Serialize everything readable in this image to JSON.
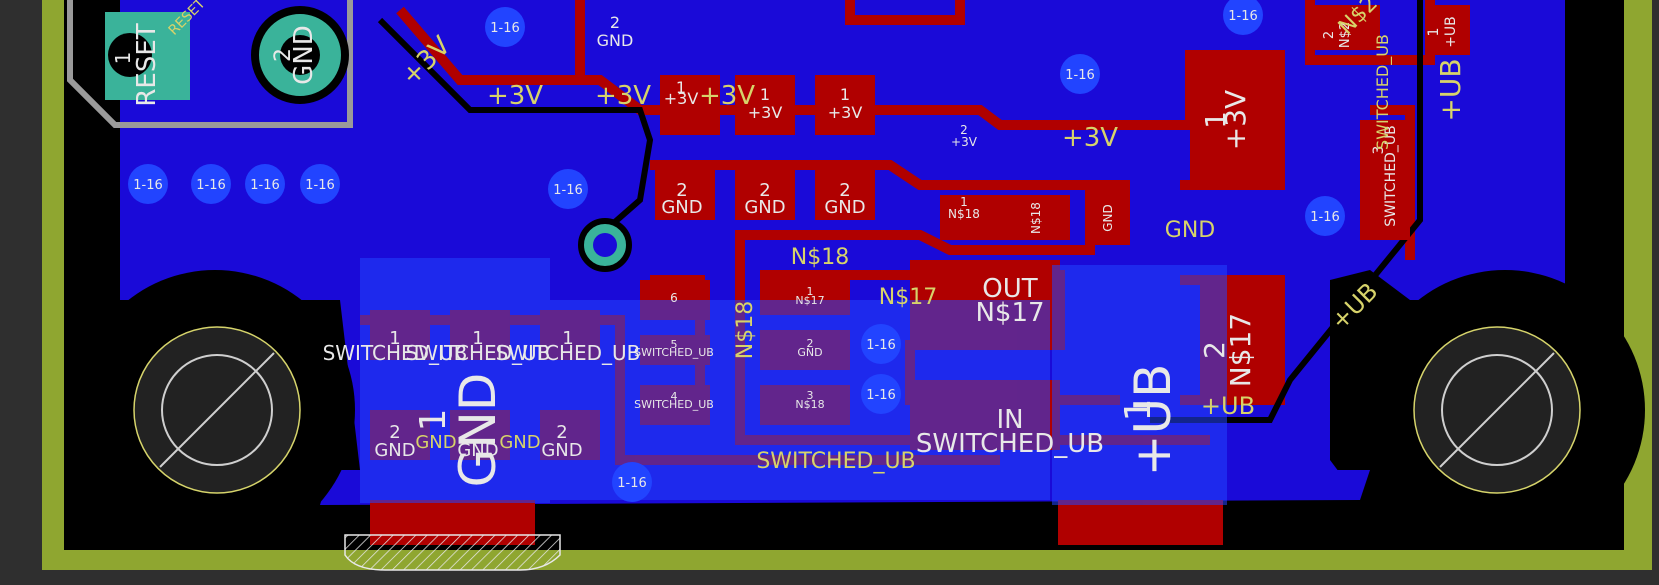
{
  "colors": {
    "background": "#2f2f2f",
    "board_outline": "#8fa630",
    "board_fill": "#000000",
    "top_copper": "#b00000",
    "bottom_copper": "#1a0ad8",
    "pad_blue": "#2244ff",
    "via": "#3ab39a",
    "silk_yellow": "#d7d36a",
    "silk_white": "#e8e8e8",
    "outline_gray": "#9a9a9a"
  },
  "net_labels": {
    "p3v": "+3V",
    "gnd": "GND",
    "ub": "+UB",
    "switched_ub": "SWITCHED_UB",
    "ns18": "N$18",
    "ns17": "N$17",
    "out": "OUT",
    "in": "IN",
    "reset": "RESET",
    "ns2": "N$2"
  },
  "pin_numbers": {
    "p1": "1",
    "p2": "2",
    "p3": "3",
    "p4": "4",
    "p5": "5",
    "p6": "6"
  },
  "via_label": "1-16"
}
